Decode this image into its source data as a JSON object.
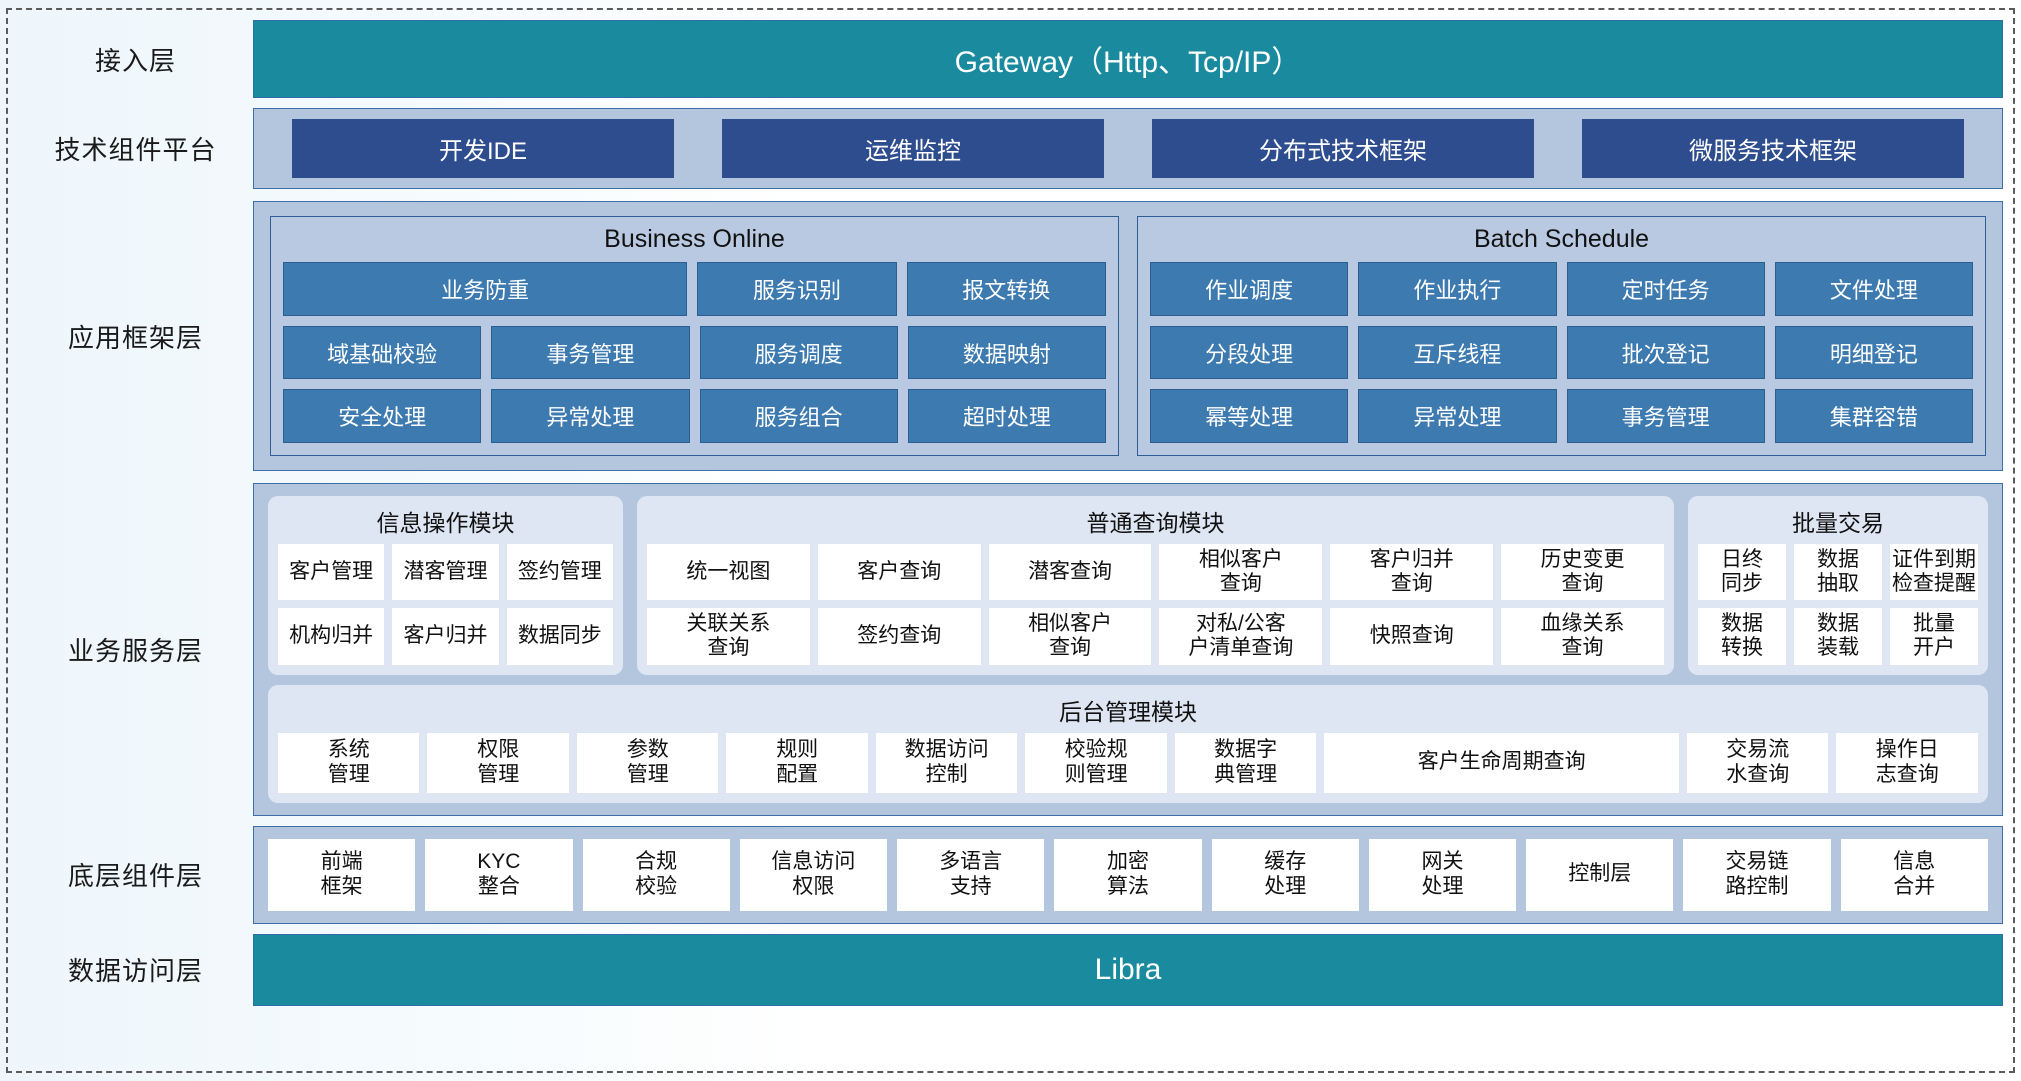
{
  "layers": [
    {
      "label": "接入层",
      "kind": "bar",
      "bar_text": "Gateway（Http、Tcp/IP）",
      "bar_color": "#1a8a9e"
    },
    {
      "label": "技术组件平台",
      "kind": "chips",
      "chips": [
        "开发IDE",
        "运维监控",
        "分布式技术框架",
        "微服务技术框架"
      ]
    },
    {
      "label": "应用框架层",
      "kind": "framework",
      "groups": [
        {
          "title": "Business Online",
          "rows": [
            [
              {
                "label": "业务防重",
                "span": 2
              },
              {
                "label": "服务识别",
                "span": 1
              },
              {
                "label": "报文转换",
                "span": 1
              }
            ],
            [
              {
                "label": "域基础校验",
                "span": 1
              },
              {
                "label": "事务管理",
                "span": 1
              },
              {
                "label": "服务调度",
                "span": 1
              },
              {
                "label": "数据映射",
                "span": 1
              }
            ],
            [
              {
                "label": "安全处理",
                "span": 1
              },
              {
                "label": "异常处理",
                "span": 1
              },
              {
                "label": "服务组合",
                "span": 1
              },
              {
                "label": "超时处理",
                "span": 1
              }
            ]
          ]
        },
        {
          "title": "Batch Schedule",
          "rows": [
            [
              {
                "label": "作业调度",
                "span": 1
              },
              {
                "label": "作业执行",
                "span": 1
              },
              {
                "label": "定时任务",
                "span": 1
              },
              {
                "label": "文件处理",
                "span": 1
              }
            ],
            [
              {
                "label": "分段处理",
                "span": 1
              },
              {
                "label": "互斥线程",
                "span": 1
              },
              {
                "label": "批次登记",
                "span": 1
              },
              {
                "label": "明细登记",
                "span": 1
              }
            ],
            [
              {
                "label": "幂等处理",
                "span": 1
              },
              {
                "label": "异常处理",
                "span": 1
              },
              {
                "label": "事务管理",
                "span": 1
              },
              {
                "label": "集群容错",
                "span": 1
              }
            ]
          ]
        }
      ]
    },
    {
      "label": "业务服务层",
      "kind": "business",
      "modules_upper": [
        {
          "key": "info",
          "title": "信息操作模块",
          "rows": [
            [
              "客户管理",
              "潜客管理",
              "签约管理"
            ],
            [
              "机构归并",
              "客户归并",
              "数据同步"
            ]
          ]
        },
        {
          "key": "query",
          "title": "普通查询模块",
          "rows": [
            [
              "统一视图",
              "客户查询",
              "潜客查询",
              "相似客户\n查询",
              "客户归并\n查询",
              "历史变更\n查询"
            ],
            [
              "关联关系\n查询",
              "签约查询",
              "相似客户\n查询",
              "对私/公客\n户清单查询",
              "快照查询",
              "血缘关系\n查询"
            ]
          ]
        },
        {
          "key": "batch",
          "title": "批量交易",
          "rows": [
            [
              "日终\n同步",
              "数据\n抽取",
              "证件到期\n检查提醒"
            ],
            [
              "数据\n转换",
              "数据\n装载",
              "批量\n开户"
            ]
          ]
        }
      ],
      "module_admin": {
        "title": "后台管理模块",
        "cells": [
          {
            "label": "系统\n管理",
            "wide": false
          },
          {
            "label": "权限\n管理",
            "wide": false
          },
          {
            "label": "参数\n管理",
            "wide": false
          },
          {
            "label": "规则\n配置",
            "wide": false
          },
          {
            "label": "数据访问\n控制",
            "wide": false
          },
          {
            "label": "校验规\n则管理",
            "wide": false
          },
          {
            "label": "数据字\n典管理",
            "wide": false
          },
          {
            "label": "客户生命周期查询",
            "wide": true
          },
          {
            "label": "交易流\n水查询",
            "wide": false
          },
          {
            "label": "操作日\n志查询",
            "wide": false
          }
        ]
      }
    },
    {
      "label": "底层组件层",
      "kind": "base",
      "cells": [
        "前端\n框架",
        "KYC\n整合",
        "合规\n校验",
        "信息访问\n权限",
        "多语言\n支持",
        "加密\n算法",
        "缓存\n处理",
        "网关\n处理",
        "控制层",
        "交易链\n路控制",
        "信息\n合并"
      ]
    },
    {
      "label": "数据访问层",
      "kind": "bar",
      "bar_text": "Libra",
      "bar_color": "#1a8a9e"
    }
  ],
  "colors": {
    "teal": "#1a8a9e",
    "band": "#b3c6de",
    "chip_dark": "#2e4d8e",
    "chip_mid": "#3d7ab0",
    "module_bg": "#dfe6f3",
    "cell_bg": "#ffffff",
    "border": "#3f6fa8"
  }
}
